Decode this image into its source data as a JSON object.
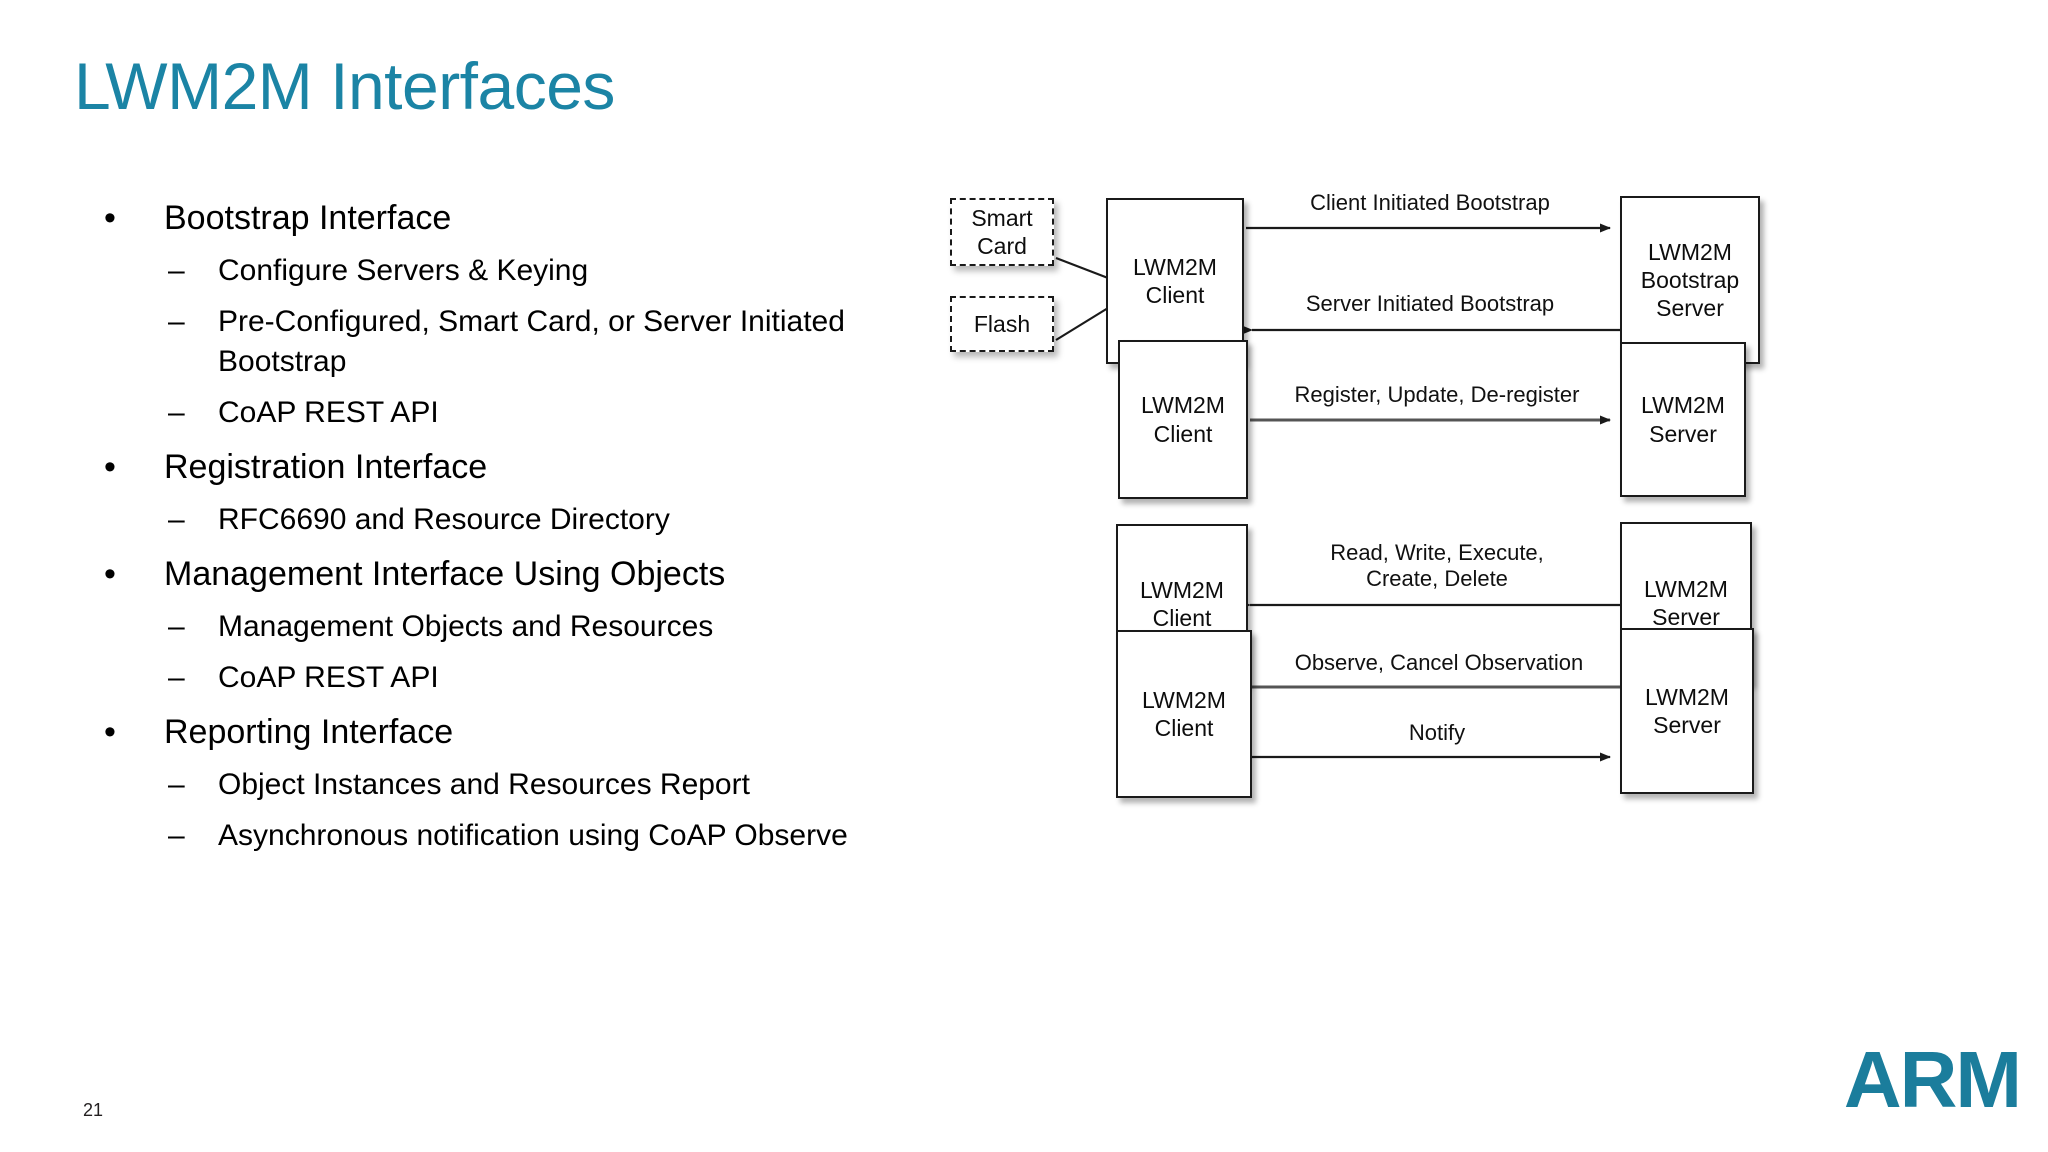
{
  "slide": {
    "title": "LWM2M Interfaces",
    "page_number": "21",
    "logo_text": "ARM",
    "title_color": "#1b84a5",
    "logo_color": "#1b7d9c"
  },
  "bullets": [
    {
      "mark": "•",
      "text": "Bootstrap Interface",
      "sub": [
        {
          "mark": "–",
          "text": "Configure Servers & Keying"
        },
        {
          "mark": "–",
          "text": "Pre-Configured, Smart Card, or Server Initiated Bootstrap"
        },
        {
          "mark": "–",
          "text": "CoAP REST API"
        }
      ]
    },
    {
      "mark": "•",
      "text": "Registration Interface",
      "sub": [
        {
          "mark": "–",
          "text": "RFC6690 and Resource Directory"
        }
      ]
    },
    {
      "mark": "•",
      "text": "Management Interface Using Objects",
      "sub": [
        {
          "mark": "–",
          "text": "Management Objects and Resources"
        },
        {
          "mark": "–",
          "text": "CoAP REST API"
        }
      ]
    },
    {
      "mark": "•",
      "text": "Reporting Interface",
      "sub": [
        {
          "mark": "–",
          "text": "Object Instances and Resources Report"
        },
        {
          "mark": "–",
          "text": "Asynchronous notification using CoAP Observe"
        }
      ]
    }
  ],
  "diagram": {
    "blocks": [
      {
        "name": "bootstrap-interface",
        "boxes": {
          "smart_card": "Smart\nCard",
          "flash": "Flash",
          "client": "LWM2M\nClient",
          "server": "LWM2M\nBootstrap\nServer"
        },
        "labels": {
          "top": "Client Initiated Bootstrap",
          "bottom": "Server Initiated Bootstrap"
        }
      },
      {
        "name": "registration-interface",
        "boxes": {
          "client": "LWM2M\nClient",
          "server": "LWM2M\nServer"
        },
        "labels": {
          "top": "Register, Update, De-register"
        }
      },
      {
        "name": "management-interface",
        "boxes": {
          "client": "LWM2M\nClient",
          "server": "LWM2M\nServer"
        },
        "labels": {
          "top": "Read, Write, Execute,\nCreate, Delete"
        }
      },
      {
        "name": "reporting-interface",
        "boxes": {
          "client": "LWM2M\nClient",
          "server": "LWM2M\nServer"
        },
        "labels": {
          "top": "Observe, Cancel Observation",
          "bottom": "Notify"
        }
      }
    ]
  }
}
